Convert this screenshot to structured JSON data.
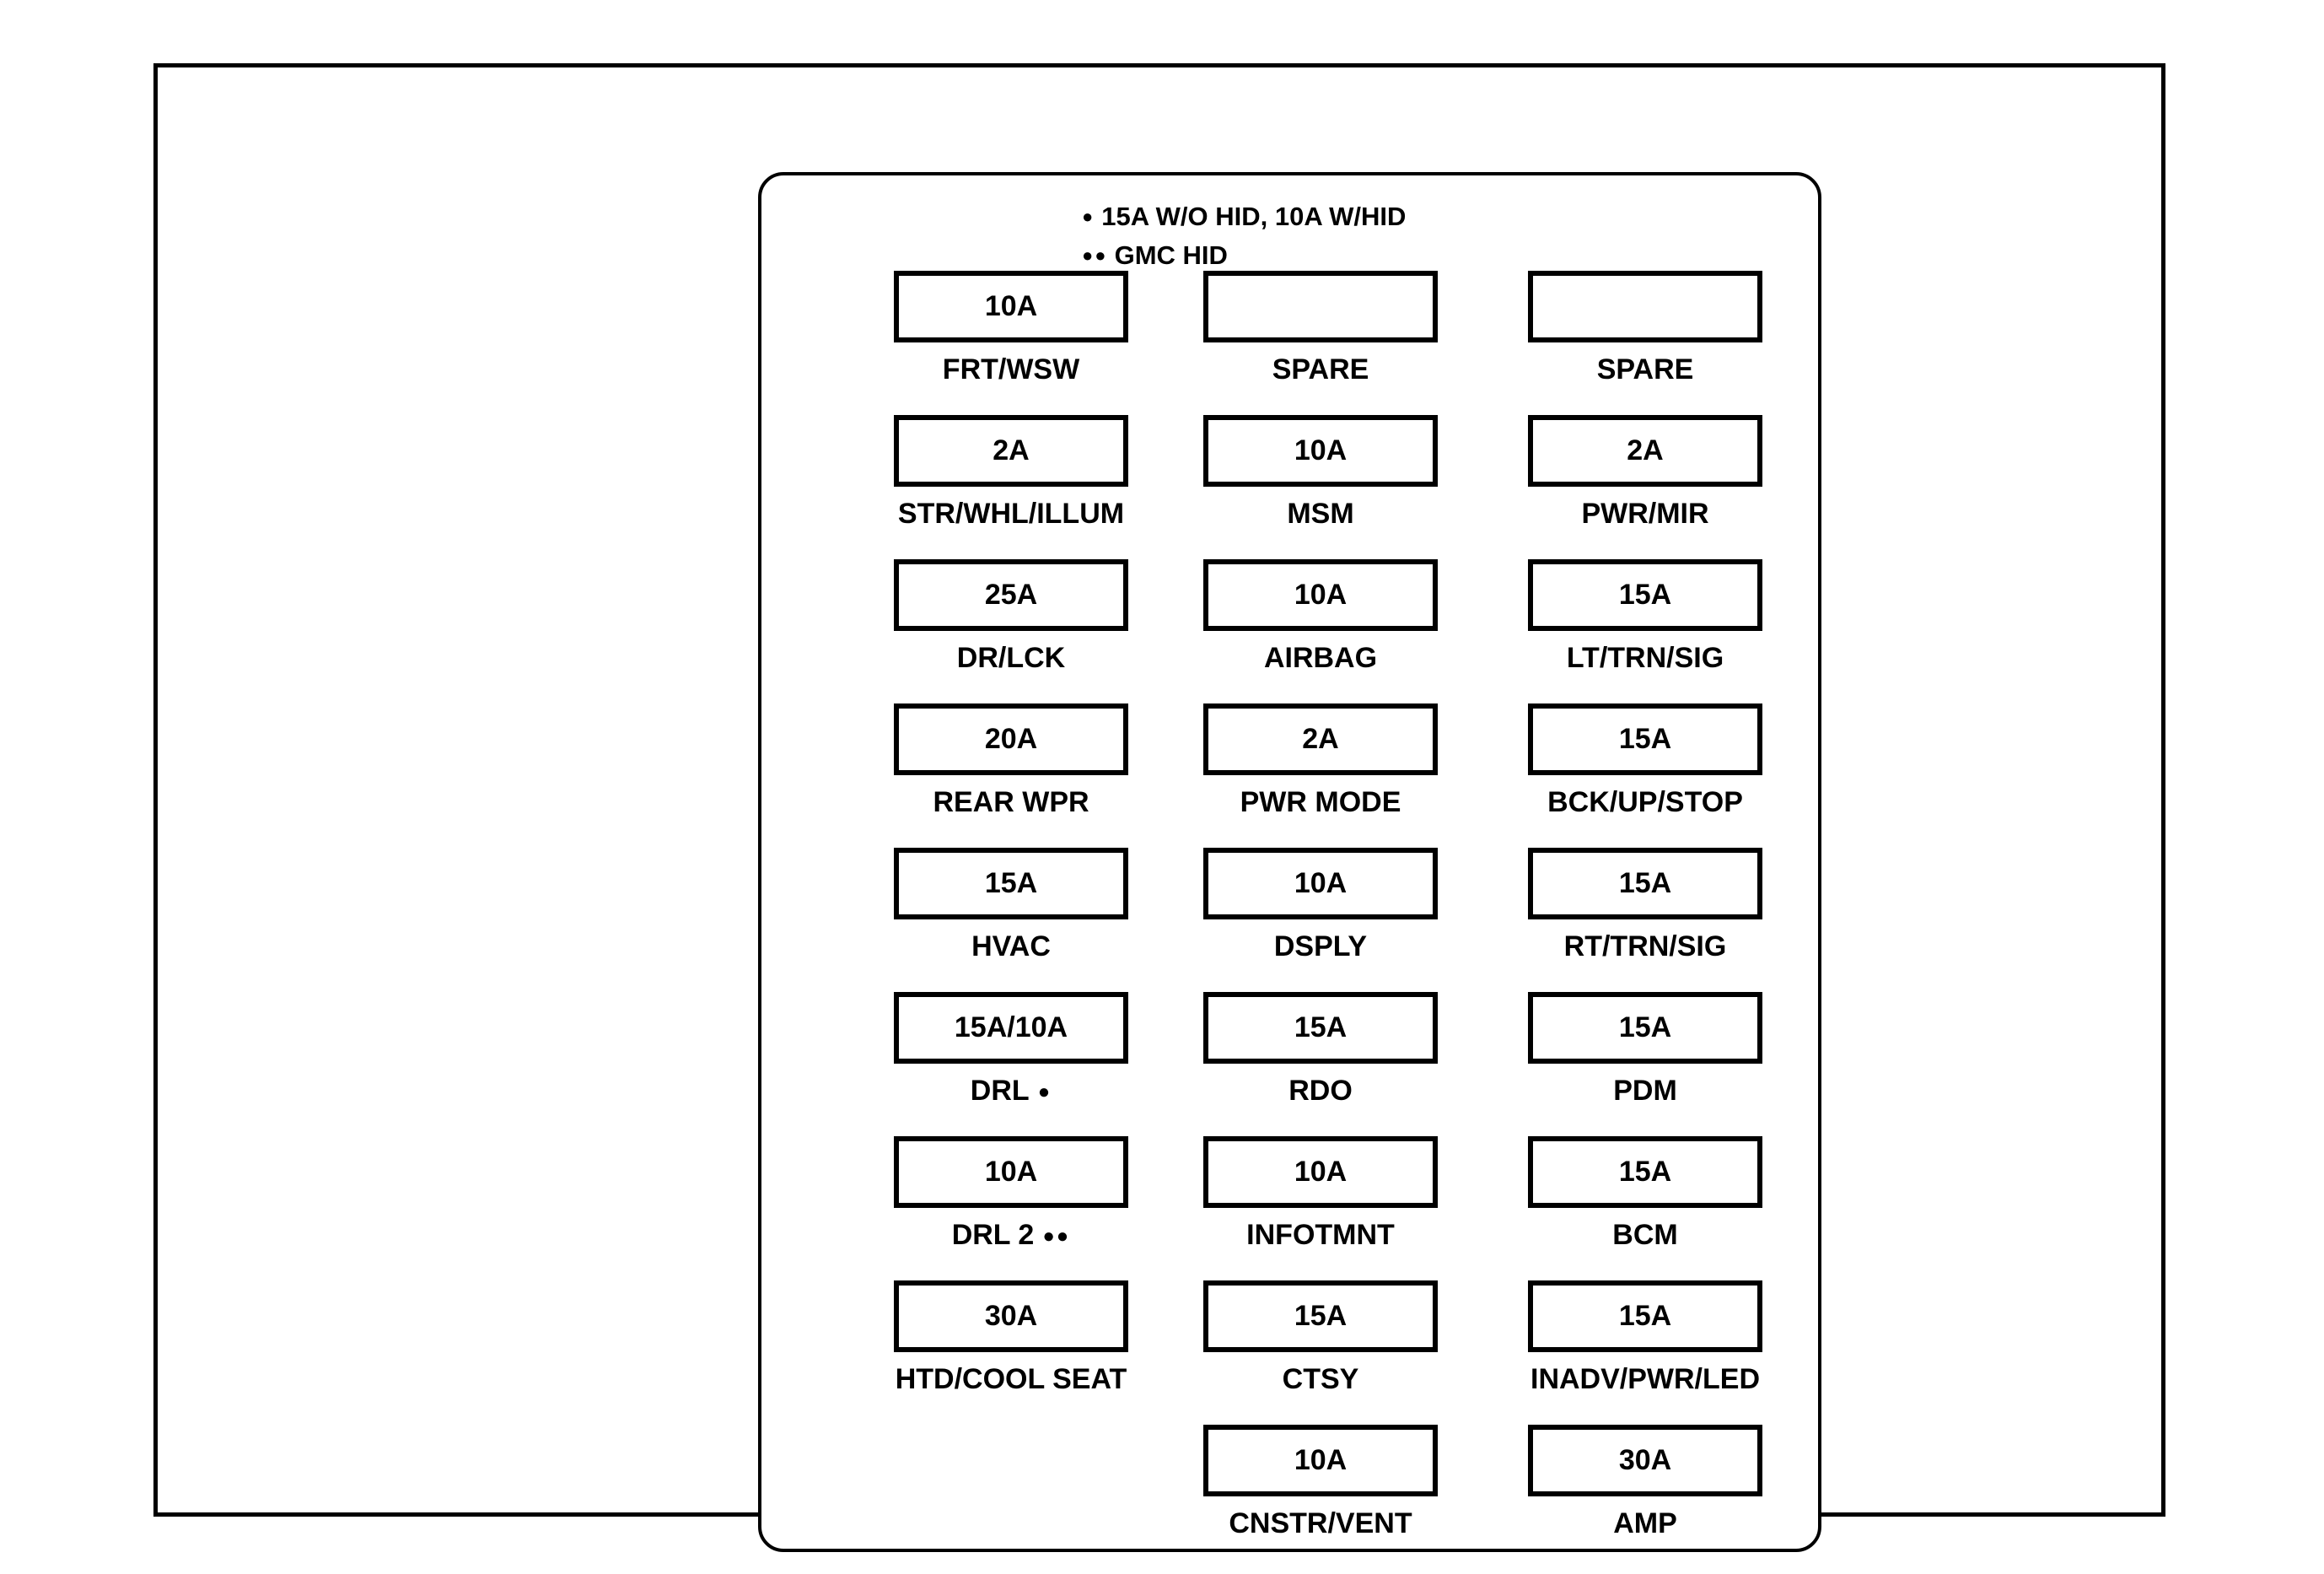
{
  "colors": {
    "ink": "#000000",
    "background": "#ffffff"
  },
  "legend": {
    "line1": {
      "bullets": "●",
      "text": "15A W/O HID, 10A W/HID"
    },
    "line2": {
      "bullets": "●●",
      "text": "GMC HID"
    }
  },
  "fuse_grid": {
    "columns": 3,
    "rows": [
      [
        {
          "amp": "10A",
          "label": "FRT/WSW"
        },
        {
          "amp": "",
          "label": "SPARE"
        },
        {
          "amp": "",
          "label": "SPARE"
        }
      ],
      [
        {
          "amp": "2A",
          "label": "STR/WHL/ILLUM"
        },
        {
          "amp": "10A",
          "label": "MSM"
        },
        {
          "amp": "2A",
          "label": "PWR/MIR"
        }
      ],
      [
        {
          "amp": "25A",
          "label": "DR/LCK"
        },
        {
          "amp": "10A",
          "label": "AIRBAG"
        },
        {
          "amp": "15A",
          "label": "LT/TRN/SIG"
        }
      ],
      [
        {
          "amp": "20A",
          "label": "REAR WPR"
        },
        {
          "amp": "2A",
          "label": "PWR MODE"
        },
        {
          "amp": "15A",
          "label": "BCK/UP/STOP"
        }
      ],
      [
        {
          "amp": "15A",
          "label": "HVAC"
        },
        {
          "amp": "10A",
          "label": "DSPLY"
        },
        {
          "amp": "15A",
          "label": "RT/TRN/SIG"
        }
      ],
      [
        {
          "amp": "15A/10A",
          "label": "DRL",
          "marker": "●"
        },
        {
          "amp": "15A",
          "label": "RDO"
        },
        {
          "amp": "15A",
          "label": "PDM"
        }
      ],
      [
        {
          "amp": "10A",
          "label": "DRL 2",
          "marker": "●●"
        },
        {
          "amp": "10A",
          "label": "INFOTMNT"
        },
        {
          "amp": "15A",
          "label": "BCM"
        }
      ],
      [
        {
          "amp": "30A",
          "label": "HTD/COOL SEAT"
        },
        {
          "amp": "15A",
          "label": "CTSY"
        },
        {
          "amp": "15A",
          "label": "INADV/PWR/LED"
        }
      ],
      [
        null,
        {
          "amp": "10A",
          "label": "CNSTR/VENT"
        },
        {
          "amp": "30A",
          "label": "AMP"
        }
      ]
    ]
  }
}
